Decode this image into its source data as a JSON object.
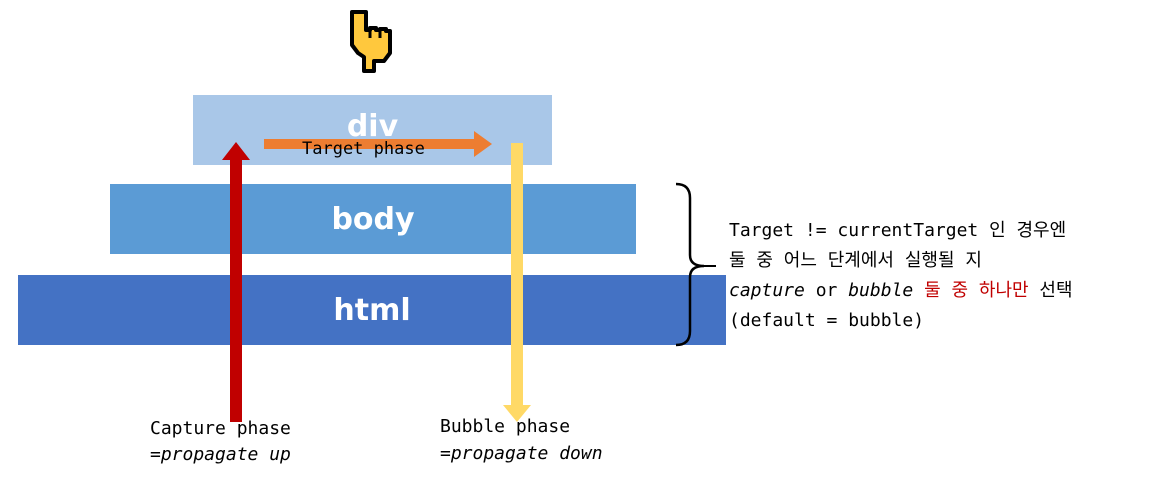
{
  "layers": {
    "div": "div",
    "body": "body",
    "html": "html"
  },
  "phases": {
    "target": "Target phase",
    "capture": {
      "title": "Capture phase",
      "subtitle": "=propagate up"
    },
    "bubble": {
      "title": "Bubble phase",
      "subtitle": "=propagate down"
    }
  },
  "note": {
    "line1": "Target != currentTarget 인 경우엔",
    "line2": "둘 중 어느 단계에서 실행될 지",
    "line3_capture": "capture",
    "line3_or": " or ",
    "line3_bubble": "bubble",
    "line3_highlight": " 둘 중 하나만",
    "line3_end": " 선택",
    "line4": "(default = bubble)"
  },
  "icons": {
    "pointer": "pointing-down-hand-icon"
  },
  "colors": {
    "div_layer": "#a9c7e8",
    "body_layer": "#5b9bd5",
    "html_layer": "#4472c4",
    "capture_arrow": "#c00000",
    "bubble_arrow": "#ffd966",
    "target_arrow": "#ed7d31",
    "highlight_text": "#c00000"
  }
}
